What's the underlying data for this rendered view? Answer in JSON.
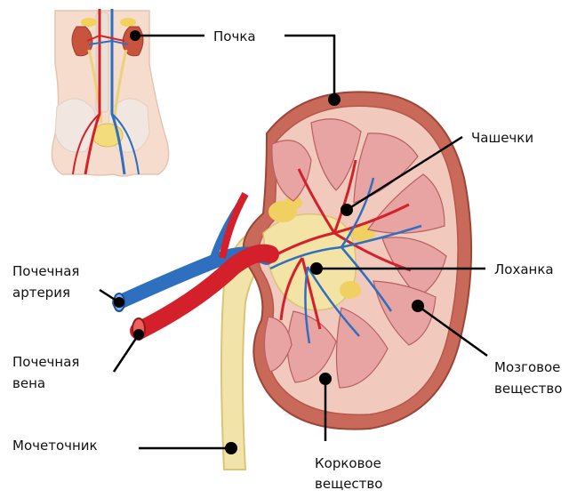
{
  "labels": {
    "kidney": "Почка",
    "calyces": "Чашечки",
    "pelvis": "Лоханка",
    "medulla_1": "Мозговое",
    "medulla_2": "вещество",
    "cortex_1": "Корковое",
    "cortex_2": "вещество",
    "renal_artery_1": "Почечная",
    "renal_artery_2": "артерия",
    "renal_vein_1": "Почечная",
    "renal_vein_2": "вена",
    "ureter": "Мочеточник"
  },
  "colors": {
    "cortex": "#c8695a",
    "cortex_inner": "#f2c9bd",
    "pyramid": "#e8a3a3",
    "pelvis": "#f3e3a4",
    "fat": "#f0d060",
    "artery": "#d4202a",
    "vein": "#2f6fc0",
    "ureter": "#f2e4a8",
    "body": "#f6dccd",
    "leader": "#000000"
  }
}
